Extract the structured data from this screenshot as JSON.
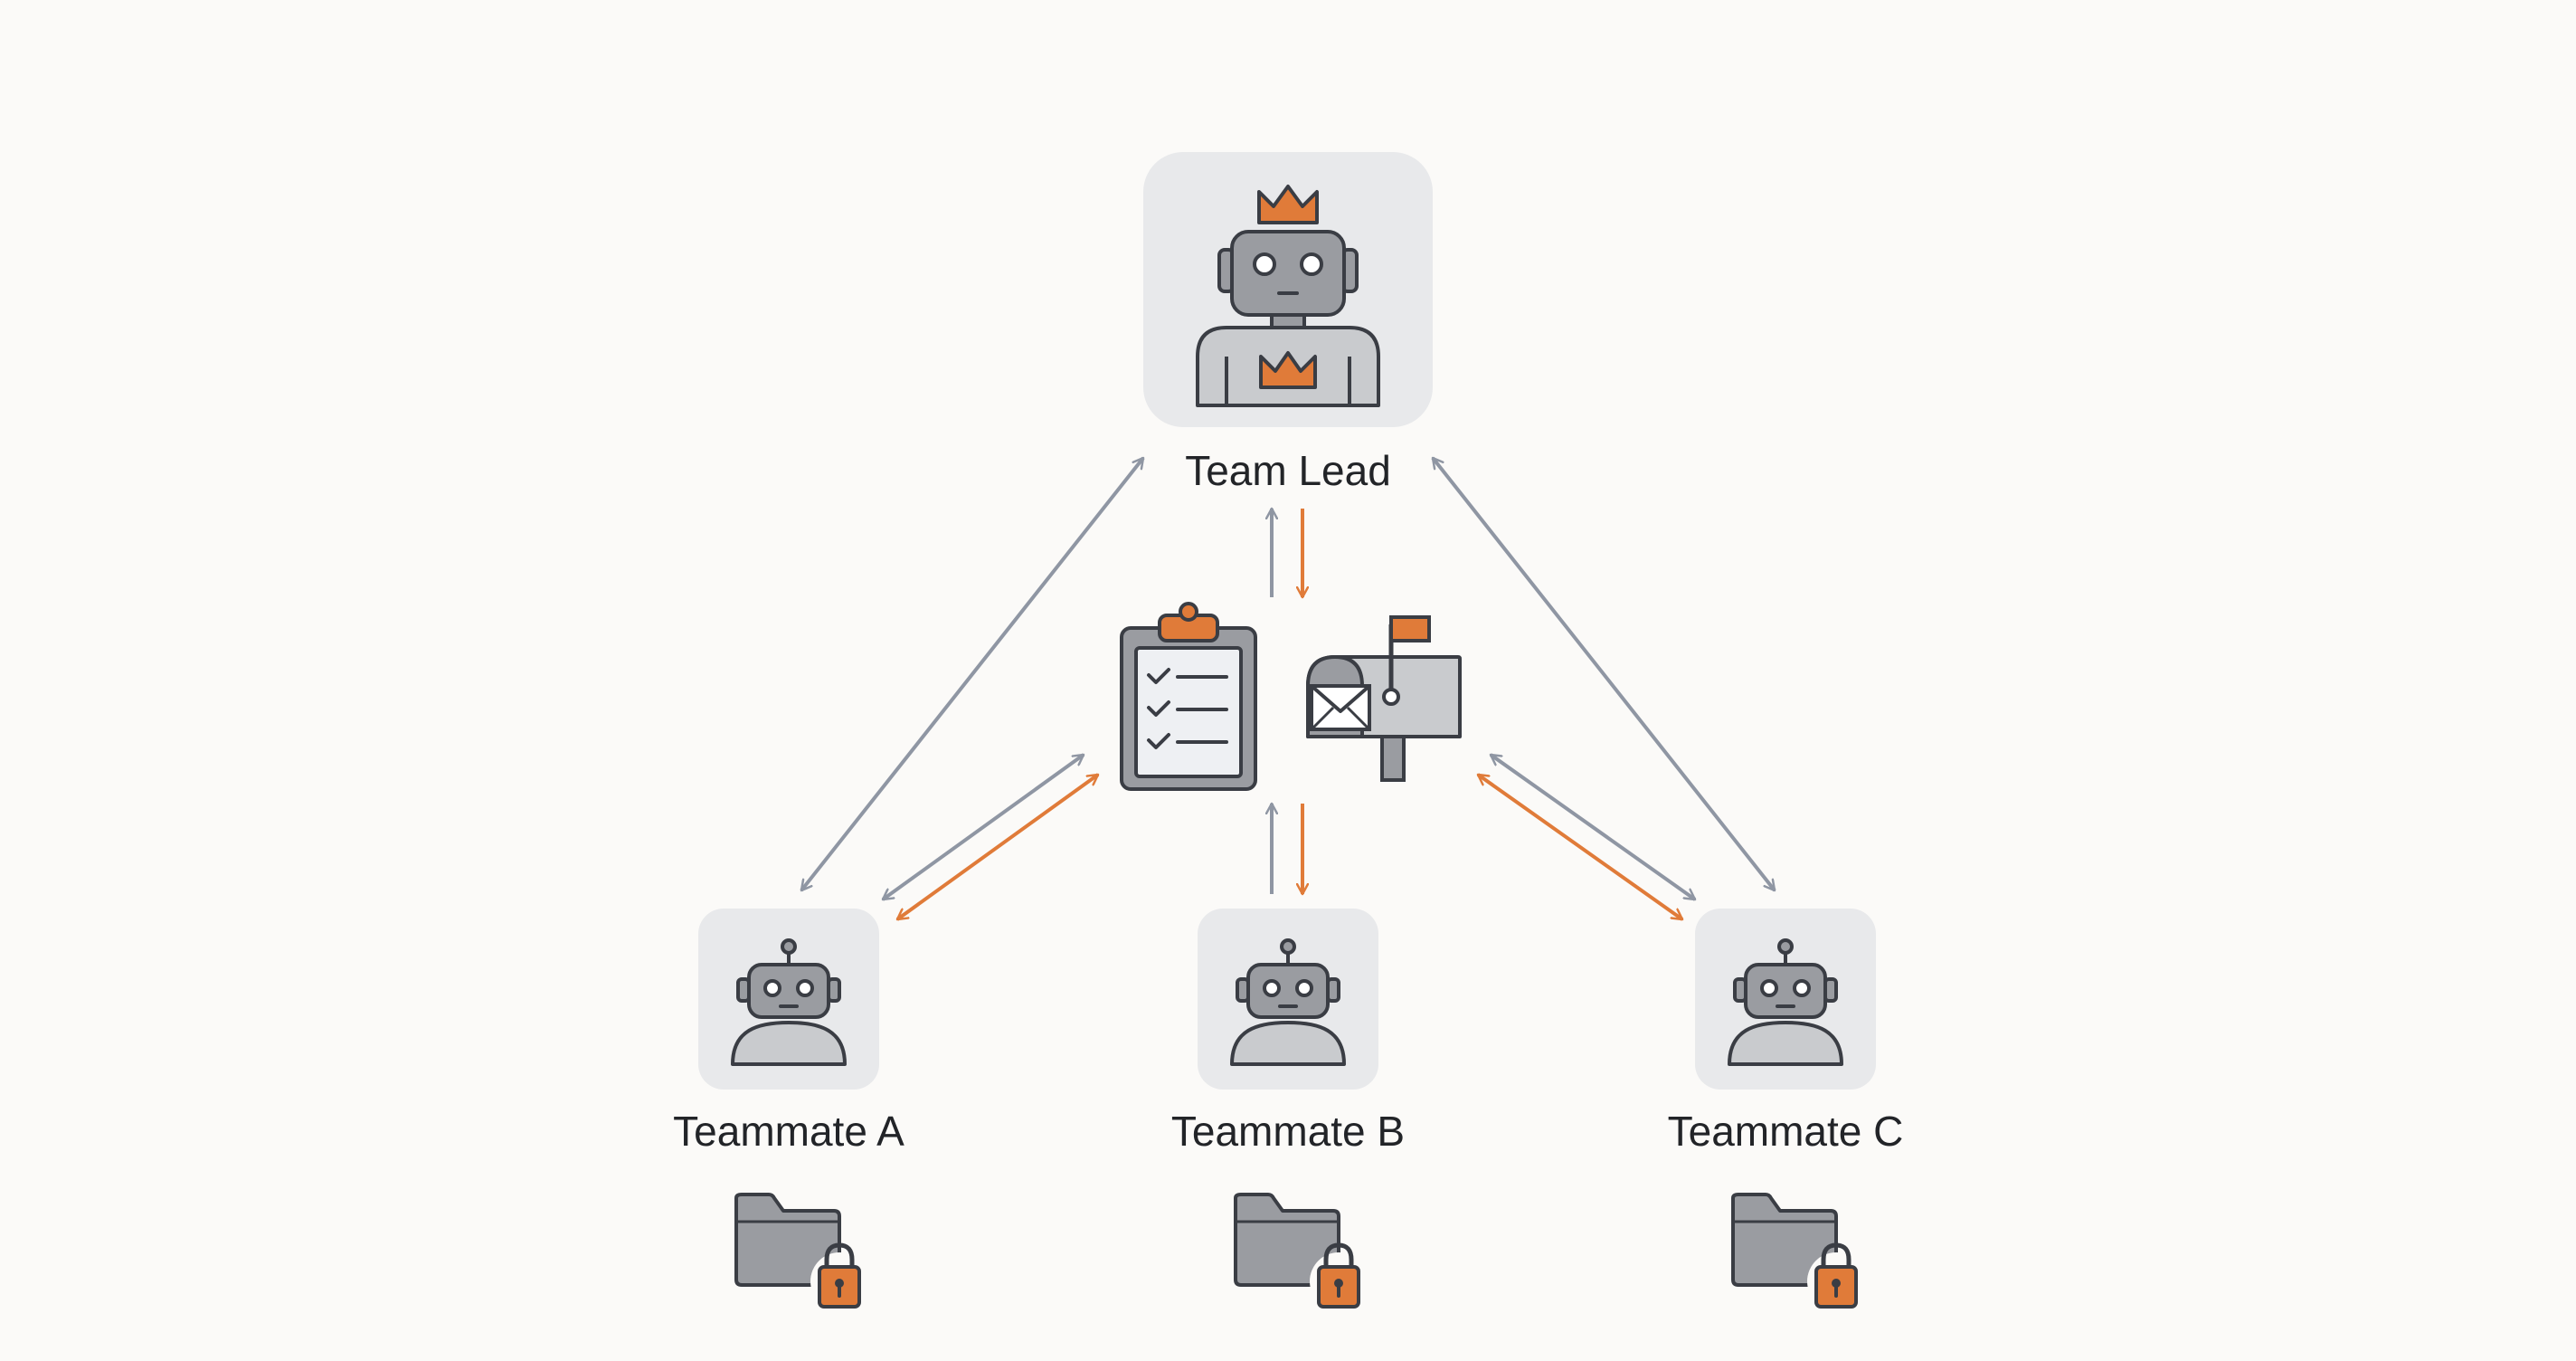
{
  "colors": {
    "background": "#fbfaf8",
    "tile": "#e8e9eb",
    "robot_fill": "#9a9ca1",
    "robot_light": "#c9cbce",
    "outline": "#3a3d44",
    "accent_orange": "#e07b39",
    "arrow_gray": "#8f96a3"
  },
  "nodes": {
    "lead": {
      "label": "Team Lead",
      "icons": [
        "robot-icon",
        "crown-icon"
      ]
    },
    "teammate_a": {
      "label": "Teammate A",
      "icons": [
        "robot-icon",
        "locked-folder-icon"
      ]
    },
    "teammate_b": {
      "label": "Teammate B",
      "icons": [
        "robot-icon",
        "locked-folder-icon"
      ]
    },
    "teammate_c": {
      "label": "Teammate C",
      "icons": [
        "robot-icon",
        "locked-folder-icon"
      ]
    }
  },
  "shared_resources": {
    "task_list_icon": "clipboard-checklist-icon",
    "mailbox_icon": "mailbox-icon"
  }
}
